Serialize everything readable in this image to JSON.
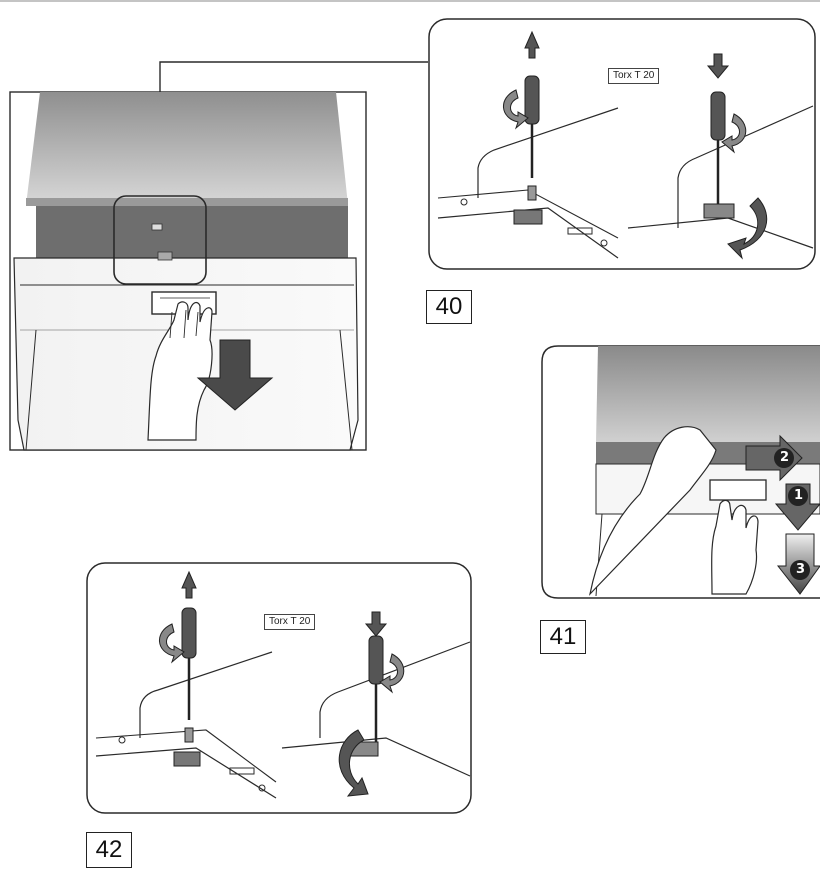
{
  "figures": [
    {
      "number": "40",
      "tool_label": "Torx T 20"
    },
    {
      "number": "41",
      "steps": [
        "1",
        "2",
        "3"
      ]
    },
    {
      "number": "42",
      "tool_label": "Torx T 20"
    }
  ],
  "colors": {
    "line": "#2a2a2a",
    "panel_gray": "#bdbdbd",
    "dark_band": "#6e6e6e",
    "arrow_dark": "#3a3a3a"
  },
  "icons": [
    "screwdriver-icon",
    "rotate-arrow-icon",
    "up-arrow-icon",
    "down-arrow-icon",
    "hand-icon"
  ]
}
